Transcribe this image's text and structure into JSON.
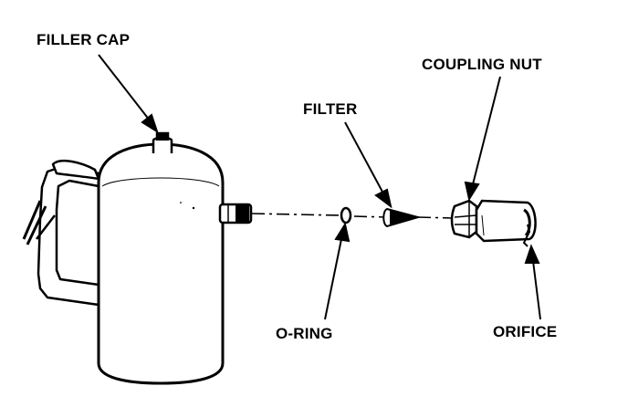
{
  "labels": {
    "filler_cap": "FILLER CAP",
    "filter": "FILTER",
    "coupling_nut": "COUPLING NUT",
    "o_ring": "O-RING",
    "orifice": "ORIFICE"
  },
  "colors": {
    "ink": "#000000",
    "paper": "#ffffff"
  }
}
